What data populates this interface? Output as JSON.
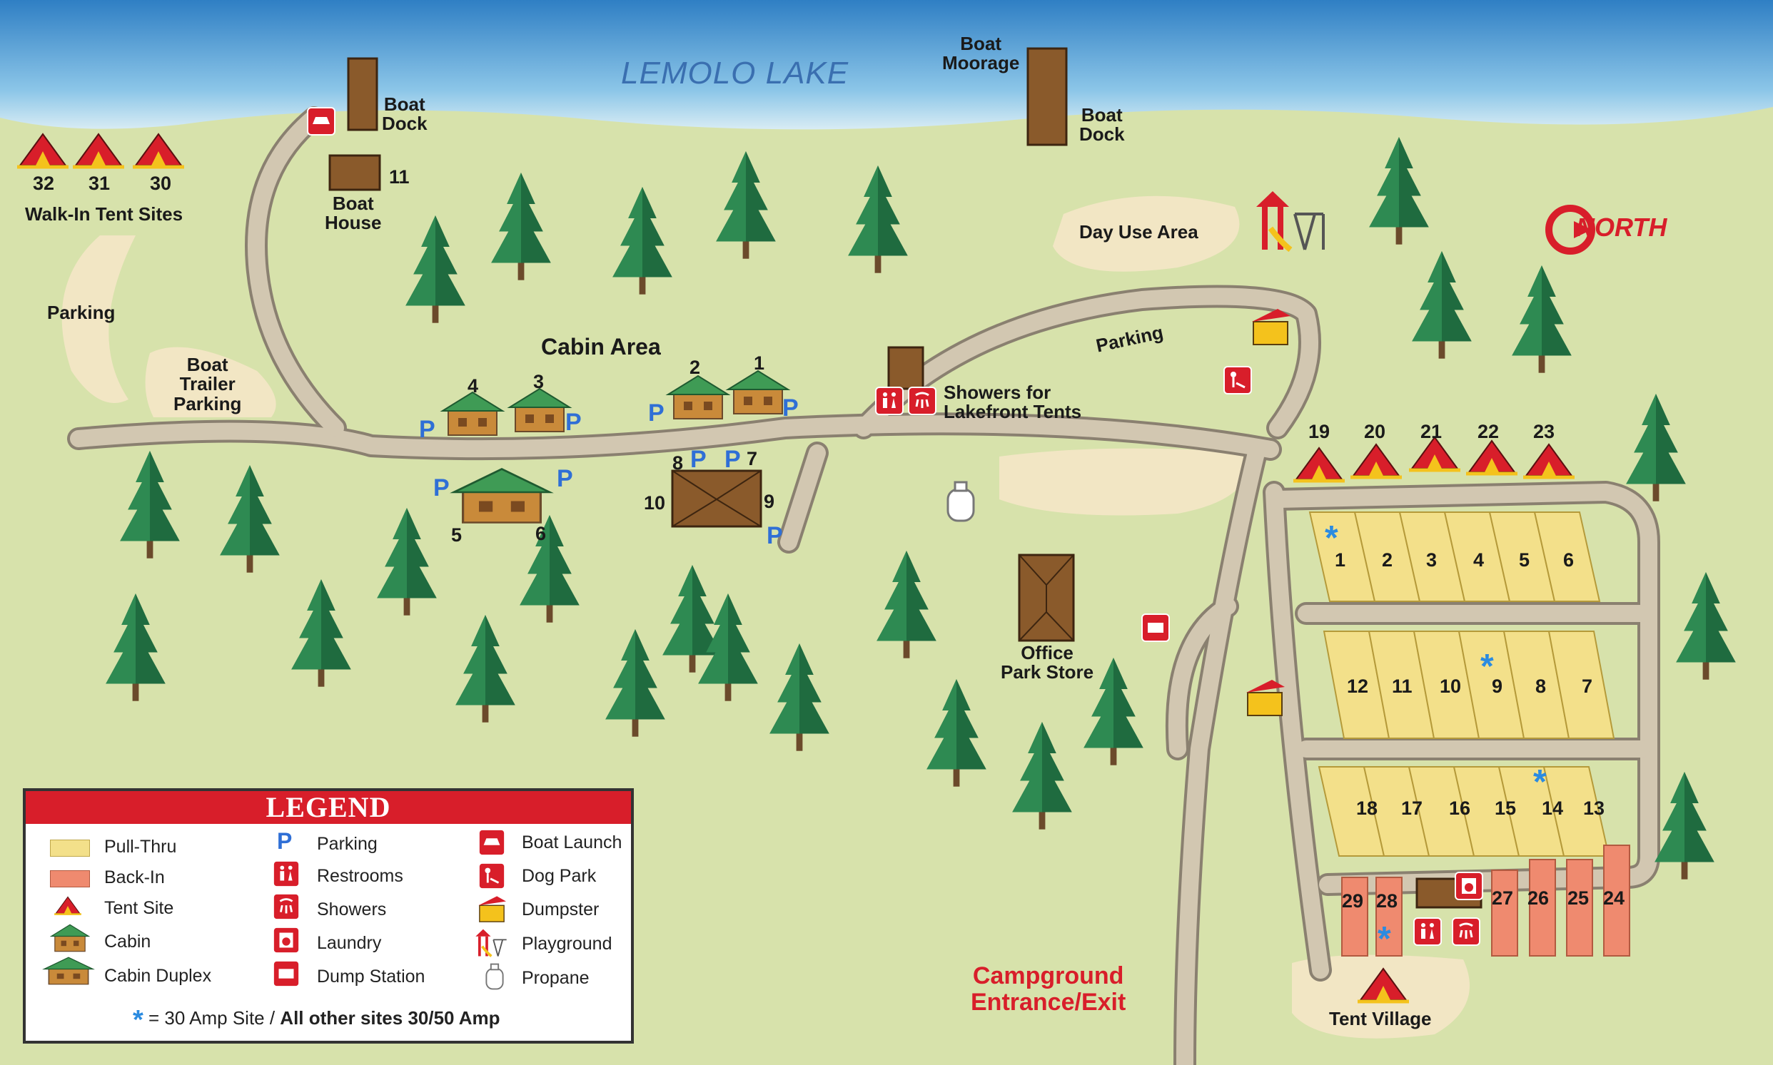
{
  "map": {
    "lake_name": "LEMOLO LAKE",
    "north_label": "NORTH",
    "colors": {
      "water": "#5ba6d8",
      "grass": "#d7e2ab",
      "road": "#cbbfa8",
      "pull_thru": "#f3e08a",
      "back_in": "#ef8a6f",
      "accent": "#d81e2a",
      "parking_blue": "#2f6fd6"
    },
    "labels": {
      "boat_dock_1": "Boat\nDock",
      "boat_moorage": "Boat\nMoorage",
      "boat_dock_2": "Boat\nDock",
      "boat_house": "Boat\nHouse",
      "boat_house_num": "11",
      "walk_in_tents": "Walk-In Tent Sites",
      "parking_west": "Parking",
      "boat_trailer_parking": "Boat\nTrailer\nParking",
      "cabin_area": "Cabin Area",
      "day_use_area": "Day Use Area",
      "parking_loop": "Parking",
      "showers_lakefront": "Showers for\nLakefront Tents",
      "office": "Office\nPark Store",
      "tent_village": "Tent Village",
      "entrance_line1": "Campground",
      "entrance_line2": "Entrance/Exit"
    },
    "walk_in_sites": [
      "32",
      "31",
      "30"
    ],
    "cabins": [
      {
        "num": "4"
      },
      {
        "num": "3"
      },
      {
        "num": "2"
      },
      {
        "num": "1"
      },
      {
        "num": "5"
      },
      {
        "num": "6"
      },
      {
        "num": "8"
      },
      {
        "num": "7"
      },
      {
        "num": "10"
      },
      {
        "num": "9"
      }
    ],
    "parking_symbol": "P",
    "lakefront_tents": [
      "19",
      "20",
      "21",
      "22",
      "23"
    ],
    "pull_thru_row1": [
      "1",
      "2",
      "3",
      "4",
      "5",
      "6"
    ],
    "pull_thru_row2": [
      "12",
      "11",
      "10",
      "9",
      "8",
      "7"
    ],
    "pull_thru_row3": [
      "18",
      "17",
      "16",
      "15",
      "14",
      "13"
    ],
    "back_in_left": [
      "29",
      "28"
    ],
    "back_in_right": [
      "27",
      "26",
      "25",
      "24"
    ],
    "amp30_sites": [
      "1",
      "9",
      "14",
      "28"
    ],
    "amenity_icons": [
      "restrooms-icon",
      "showers-icon",
      "laundry-icon",
      "dump-station-icon",
      "dumpster-icon",
      "dog-park-icon",
      "playground-icon",
      "propane-icon",
      "boat-launch-icon"
    ]
  },
  "legend": {
    "title": "LEGEND",
    "items": {
      "pull_thru": "Pull-Thru",
      "back_in": "Back-In",
      "tent_site": "Tent Site",
      "cabin": "Cabin",
      "cabin_duplex": "Cabin Duplex",
      "parking": "Parking",
      "restrooms": "Restrooms",
      "showers": "Showers",
      "laundry": "Laundry",
      "dump_station": "Dump Station",
      "boat_launch": "Boat Launch",
      "dog_park": "Dog Park",
      "dumpster": "Dumpster",
      "playground": "Playground",
      "propane": "Propane"
    },
    "parking_symbol": "P",
    "footnote_star": "*",
    "footnote_text": " = 30 Amp Site / ",
    "footnote_bold": "All other sites 30/50 Amp"
  }
}
